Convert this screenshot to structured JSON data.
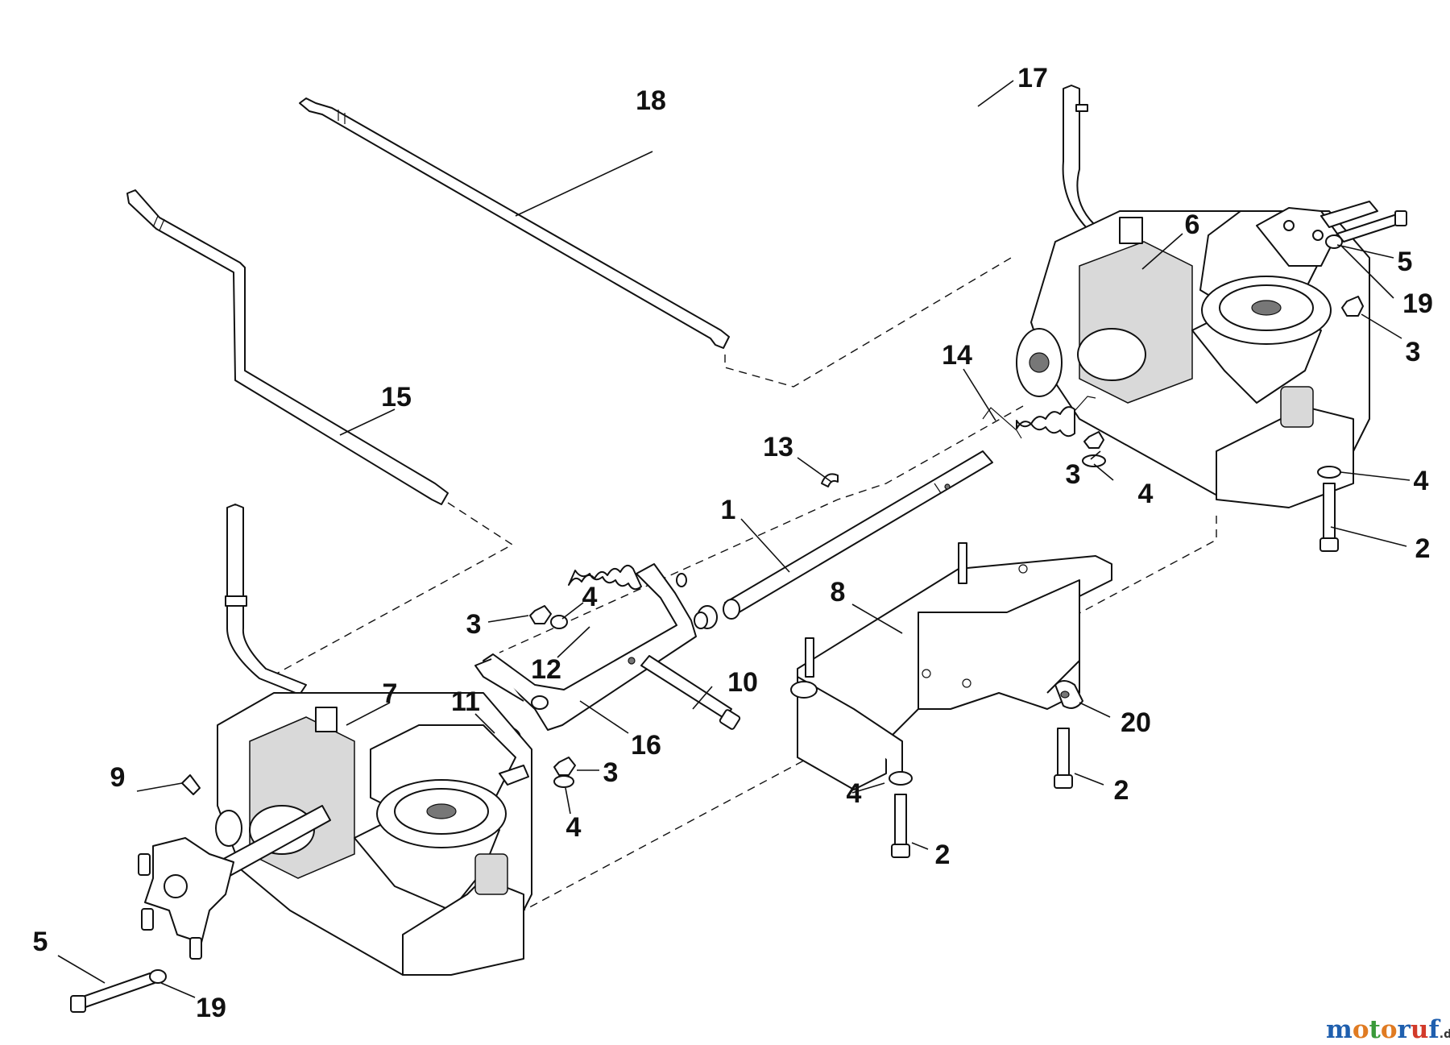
{
  "diagram": {
    "callouts": [
      {
        "id": "1",
        "label": "1"
      },
      {
        "id": "2a",
        "label": "2"
      },
      {
        "id": "2b",
        "label": "2"
      },
      {
        "id": "2c",
        "label": "2"
      },
      {
        "id": "3a",
        "label": "3"
      },
      {
        "id": "3b",
        "label": "3"
      },
      {
        "id": "3c",
        "label": "3"
      },
      {
        "id": "3d",
        "label": "3"
      },
      {
        "id": "4a",
        "label": "4"
      },
      {
        "id": "4b",
        "label": "4"
      },
      {
        "id": "4c",
        "label": "4"
      },
      {
        "id": "4d",
        "label": "4"
      },
      {
        "id": "4e",
        "label": "4"
      },
      {
        "id": "5a",
        "label": "5"
      },
      {
        "id": "5b",
        "label": "5"
      },
      {
        "id": "6",
        "label": "6"
      },
      {
        "id": "7",
        "label": "7"
      },
      {
        "id": "8",
        "label": "8"
      },
      {
        "id": "9",
        "label": "9"
      },
      {
        "id": "10",
        "label": "10"
      },
      {
        "id": "11",
        "label": "11"
      },
      {
        "id": "12",
        "label": "12"
      },
      {
        "id": "13",
        "label": "13"
      },
      {
        "id": "14",
        "label": "14"
      },
      {
        "id": "15",
        "label": "15"
      },
      {
        "id": "16",
        "label": "16"
      },
      {
        "id": "17",
        "label": "17"
      },
      {
        "id": "18",
        "label": "18"
      },
      {
        "id": "19a",
        "label": "19"
      },
      {
        "id": "19b",
        "label": "19"
      },
      {
        "id": "20",
        "label": "20"
      }
    ]
  },
  "watermark": {
    "letters": [
      "m",
      "o",
      "t",
      "o",
      "r",
      "u",
      "f"
    ],
    "letter_colors": [
      "#1f5fae",
      "#e07b22",
      "#3a9a3a",
      "#e07b22",
      "#1f5fae",
      "#d23a2a",
      "#1f5fae"
    ],
    "suffix": ".de"
  }
}
